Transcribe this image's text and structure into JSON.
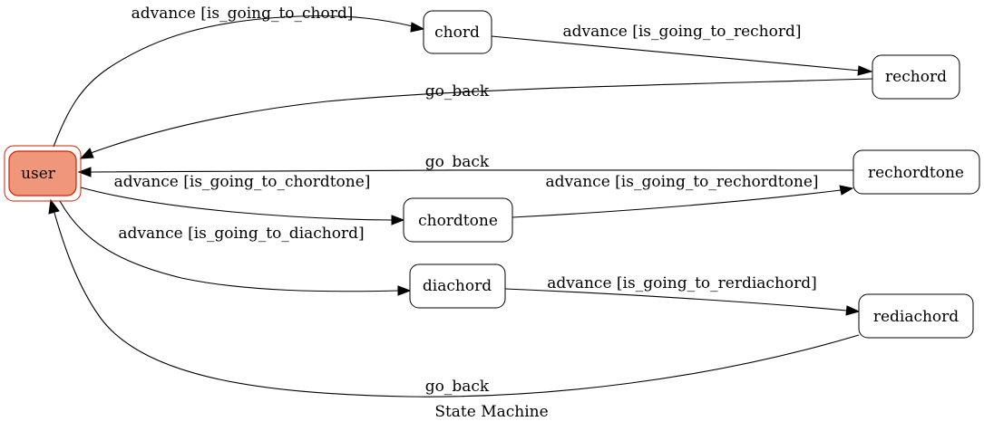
{
  "caption": "State Machine",
  "colors": {
    "initial_fill": "#f0967a",
    "initial_border": "#cc2200",
    "node_border": "#000000",
    "edge": "#000000"
  },
  "nodes": {
    "user": "user",
    "chord": "chord",
    "rechord": "rechord",
    "rechordtone": "rechordtone",
    "chordtone": "chordtone",
    "diachord": "diachord",
    "rediachord": "rediachord"
  },
  "edges": {
    "user_to_chord": "advance [is_going_to_chord]",
    "chord_to_rechord": "advance [is_going_to_rechord]",
    "rechord_to_user": "go_back",
    "rechordtone_to_user": "go_back",
    "user_to_chordtone": "advance [is_going_to_chordtone]",
    "chordtone_to_rechordtone": "advance [is_going_to_rechordtone]",
    "user_to_diachord": "advance [is_going_to_diachord]",
    "diachord_to_rediachord": "advance [is_going_to_rerdiachord]",
    "rediachord_to_user": "go_back"
  }
}
